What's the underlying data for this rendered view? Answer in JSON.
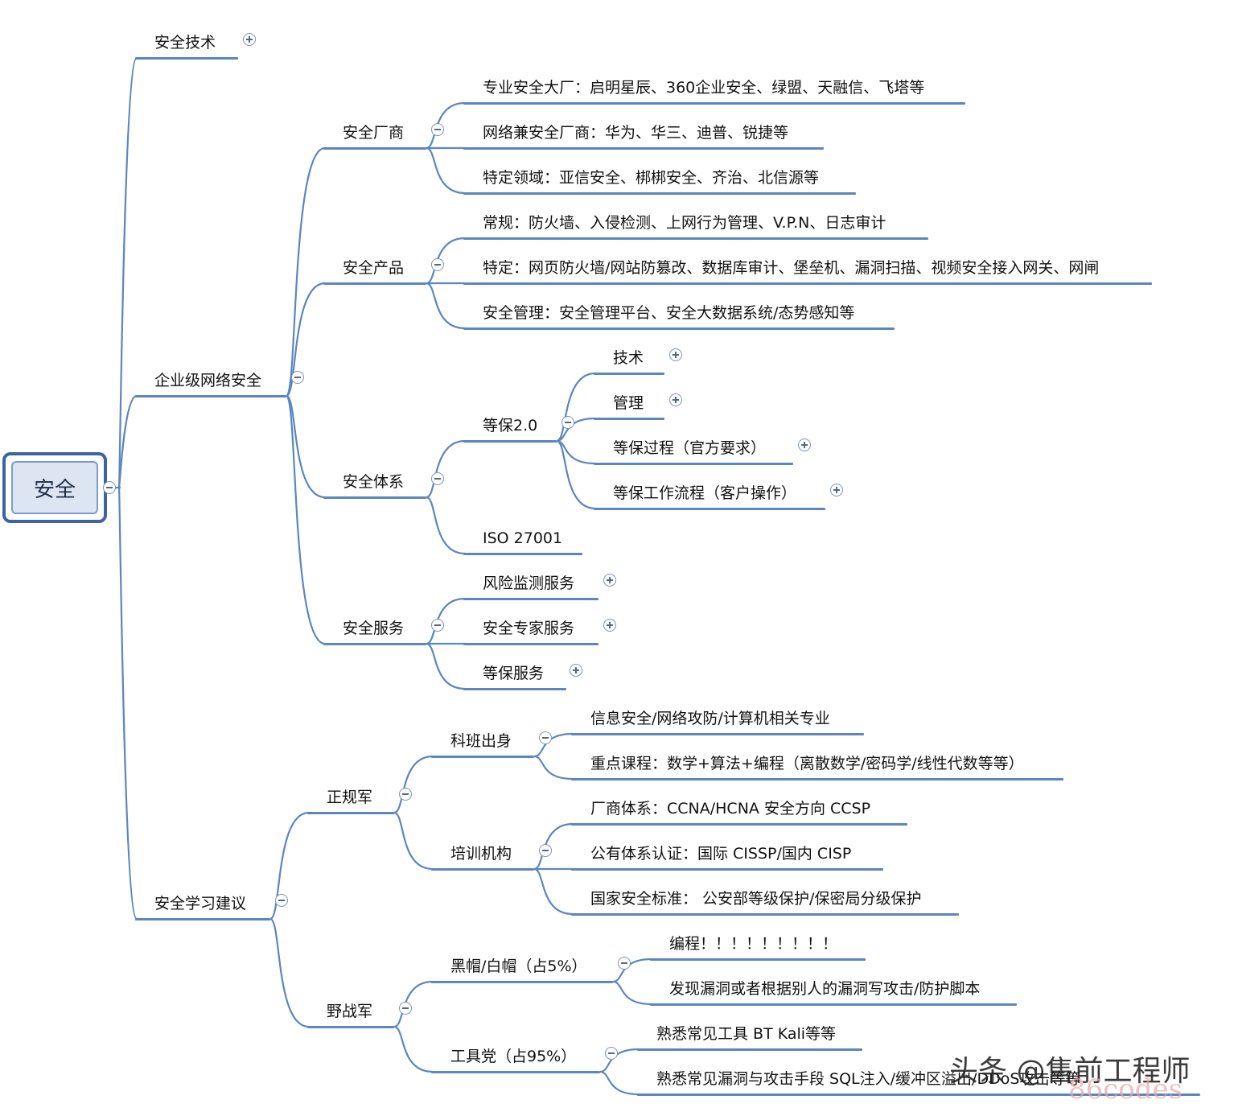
{
  "colors": {
    "line": "#5b86c0",
    "root_border": "#3d63a6",
    "root_fill": "#dde5f2",
    "text": "#111111"
  },
  "root": {
    "label": "安全"
  },
  "nodes": {
    "n_tech": {
      "label": "安全技术",
      "toggle": "plus"
    },
    "n_ent": {
      "label": "企业级网络安全",
      "toggle": "minus"
    },
    "n_vendor": {
      "label": "安全厂商",
      "toggle": "minus"
    },
    "n_v1": {
      "label": "专业安全大厂：启明星辰、360企业安全、绿盟、天融信、飞塔等"
    },
    "n_v2": {
      "label": "网络兼安全厂商：华为、华三、迪普、锐捷等"
    },
    "n_v3": {
      "label": "特定领域：亚信安全、梆梆安全、齐治、北信源等"
    },
    "n_prod": {
      "label": "安全产品",
      "toggle": "minus"
    },
    "n_p1": {
      "label": "常规：防火墙、入侵检测、上网行为管理、V.P.N、日志审计"
    },
    "n_p2": {
      "label": "特定：网页防火墙/网站防篡改、数据库审计、堡垒机、漏洞扫描、视频安全接入网关、网闸"
    },
    "n_p3": {
      "label": "安全管理：安全管理平台、安全大数据系统/态势感知等"
    },
    "n_sys": {
      "label": "安全体系",
      "toggle": "minus"
    },
    "n_db": {
      "label": "等保2.0",
      "toggle": "minus"
    },
    "n_db1": {
      "label": "技术",
      "toggle": "plus"
    },
    "n_db2": {
      "label": "管理",
      "toggle": "plus"
    },
    "n_db3": {
      "label": "等保过程（官方要求）",
      "toggle": "plus"
    },
    "n_db4": {
      "label": "等保工作流程（客户操作）",
      "toggle": "plus"
    },
    "n_iso": {
      "label": "ISO 27001"
    },
    "n_svc": {
      "label": "安全服务",
      "toggle": "minus"
    },
    "n_s1": {
      "label": "风险监测服务",
      "toggle": "plus"
    },
    "n_s2": {
      "label": "安全专家服务",
      "toggle": "plus"
    },
    "n_s3": {
      "label": "等保服务",
      "toggle": "plus"
    },
    "n_learn": {
      "label": "安全学习建议",
      "toggle": "minus"
    },
    "n_reg": {
      "label": "正规军",
      "toggle": "minus"
    },
    "n_kb": {
      "label": "科班出身",
      "toggle": "minus"
    },
    "n_kb1": {
      "label": "信息安全/网络攻防/计算机相关专业"
    },
    "n_kb2": {
      "label": "重点课程：数学+算法+编程（离散数学/密码学/线性代数等等）"
    },
    "n_px": {
      "label": "培训机构",
      "toggle": "minus"
    },
    "n_px1": {
      "label": "厂商体系：CCNA/HCNA 安全方向 CCSP"
    },
    "n_px2": {
      "label": "公有体系认证：国际 CISSP/国内 CISP"
    },
    "n_px3": {
      "label": "国家安全标准： 公安部等级保护/保密局分级保护"
    },
    "n_field": {
      "label": "野战军",
      "toggle": "minus"
    },
    "n_hat": {
      "label": "黑帽/白帽（占5%）",
      "toggle": "minus"
    },
    "n_hat1": {
      "label": "编程！！！！！！！！！"
    },
    "n_hat2": {
      "label": "发现漏洞或者根据别人的漏洞写攻击/防护脚本"
    },
    "n_tool": {
      "label": "工具党（占95%）",
      "toggle": "minus"
    },
    "n_tool1": {
      "label": "熟悉常见工具 BT Kali等等"
    },
    "n_tool2": {
      "label": "熟悉常见漏洞与攻击手段 SQL注入/缓冲区溢出/DDoS攻击等等"
    }
  },
  "watermarks": {
    "toutiao": "头条 @售前工程师",
    "site": "86codes"
  }
}
